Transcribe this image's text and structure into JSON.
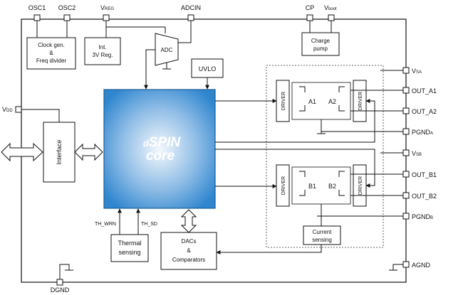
{
  "pins": {
    "osc1": "OSC1",
    "osc2": "OSC2",
    "vreg": "V",
    "vreg_sub": "REG",
    "adcin": "ADCIN",
    "cp": "CP",
    "vboot": "V",
    "vboot_sub": "boot",
    "vdd": "V",
    "vdd_sub": "DD",
    "vsa": "V",
    "vsa_sub": "SA",
    "out_a1": "OUT_A1",
    "out_a2": "OUT_A2",
    "pgnda": "PGND",
    "pgnda_sub": "A",
    "vsb": "V",
    "vsb_sub": "SB",
    "out_b1": "OUT_B1",
    "out_b2": "OUT_B2",
    "pgndb": "PGND",
    "pgndb_sub": "B",
    "agnd": "AGND",
    "dgnd": "DGND"
  },
  "blocks": {
    "clock_line1": "Clock gen.",
    "clock_line2": "&",
    "clock_line3": "Freq divider",
    "reg_line1": "Int.",
    "reg_line2": "3V Reg.",
    "adc": "ADC",
    "charge_line1": "Charge",
    "charge_line2": "pump",
    "uvlo": "UVLO",
    "interface": "Interface",
    "core_line1": "SPIN",
    "core_prefix": "d",
    "core_line2": "core",
    "driver": "DRIVER",
    "bridge_a1": "A1",
    "bridge_a2": "A2",
    "bridge_b1": "B1",
    "bridge_b2": "B2",
    "current_line1": "Current",
    "current_line2": "sensing",
    "thermal_line1": "Thermal",
    "thermal_line2": "sensing",
    "dac_line1": "DACs",
    "dac_line2": "&",
    "dac_line3": "Comparators",
    "th_wrn": "TH_WRN",
    "th_sd": "TH_SD"
  },
  "colors": {
    "core_center": "#f4f8fc",
    "core_edge": "#2f86cf",
    "core_border": "#1c5d96",
    "line": "#111111"
  }
}
